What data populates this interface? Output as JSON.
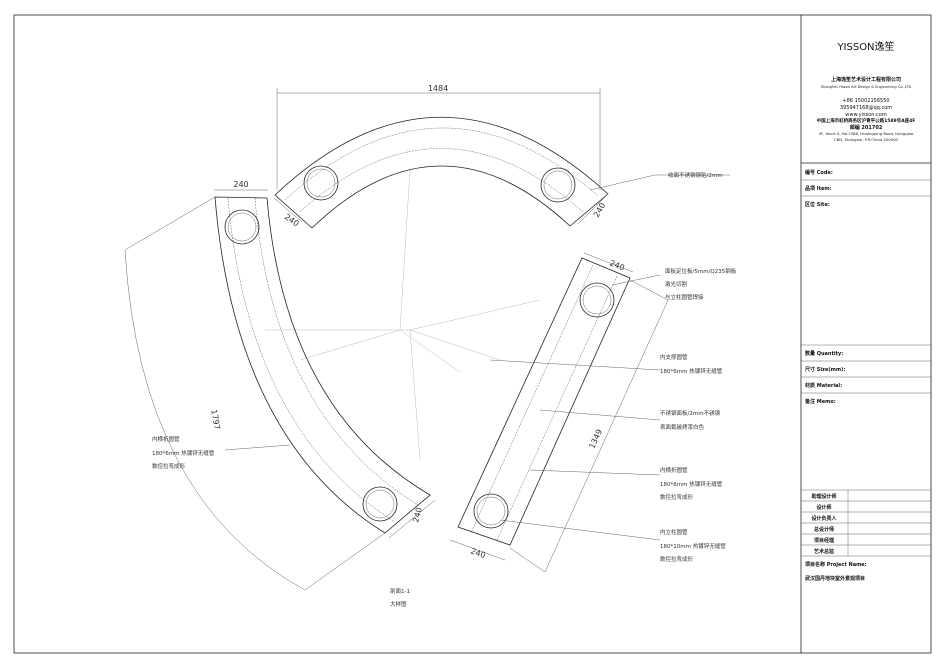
{
  "dimensions": {
    "top_width": "1484",
    "top_left_end": "240",
    "top_right_end": "240",
    "left_top": "240",
    "left_length": "1797",
    "left_bottom": "240",
    "right_top": "240",
    "right_length": "1349",
    "right_bottom": "240"
  },
  "notes": {
    "steel_plate": "收面不锈钢钢贴/2mm",
    "base_plate": [
      "面板定位板/5mm/Q235钢板",
      "激光切割",
      "与立柱圆管焊接"
    ],
    "inner_rib": [
      "内支撑圆管",
      "180*6mm 热镀锌无缝管"
    ],
    "stainless_cover": [
      "不锈钢面板/2mm不锈钢",
      "表面氟碳烤漆白色"
    ],
    "inner_curve_right": [
      "内横折圆管",
      "180*6mm 热镀锌无缝管",
      "数控拉弯成形"
    ],
    "column": [
      "内立柱圆管",
      "180*10mm 热镀锌无缝管",
      "数控拉弯成形"
    ],
    "inner_curve_left": [
      "内横折圆管",
      "180*6mm 热镀锌无缝管",
      "数控拉弯成形"
    ],
    "section_title": "剖面1-1",
    "section_subtitle": "大样图"
  },
  "title_block": {
    "logo": "YISSON逸笙",
    "company_cn": "上海逸笙艺术设计工程有限公司",
    "company_en": "Shanghai Yisson Art Design & Engineering Co.,LTD",
    "phone": "+86 15002156550",
    "email": "395947168@qq.com",
    "web": "www.yisson.com",
    "address_cn": "中国上海市虹桥商务区沪青平公路1588号A座4F",
    "zip_cn": "邮编 201702",
    "address_en_1": "4F, block A, No.1588, Huqingping Road, Hongqiao",
    "address_en_2": "CBD, Shanghai, P.R.China 200000",
    "code_label": "编号 Code:",
    "item_label": "品项 Item:",
    "site_label": "区位 Site:",
    "qty_label": "数量 Quantity:",
    "size_label": "尺寸 Size(mm):",
    "material_label": "材质 Material:",
    "memo_label": "备注 Memo:",
    "roles": [
      "助理设计师",
      "设计师",
      "设计负责人",
      "总设计师",
      "项目经理",
      "艺术总监"
    ],
    "project_label": "项目名称 Project Name:",
    "project_name": "武汉国丹地块室外景观项目"
  }
}
